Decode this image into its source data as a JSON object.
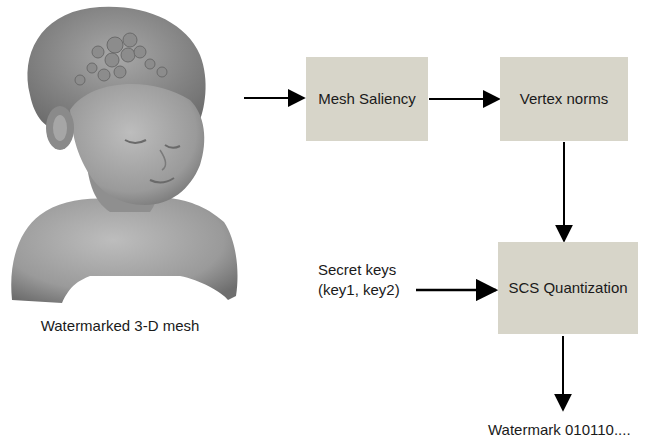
{
  "diagram": {
    "nodes": [
      {
        "text": [
          "Mesh Saliency"
        ]
      },
      {
        "text": [
          "Vertex norms"
        ]
      },
      {
        "text": [
          "SCS Quantization"
        ]
      }
    ],
    "edges": [
      {
        "from": 0,
        "to": 1,
        "arrow": "to"
      },
      {
        "from": 1,
        "to": 2,
        "arrow": "to"
      }
    ],
    "labels": [
      "Watermarked 3-D mesh",
      "Secret keys (key1, key2)",
      "Watermark 010110...."
    ]
  }
}
